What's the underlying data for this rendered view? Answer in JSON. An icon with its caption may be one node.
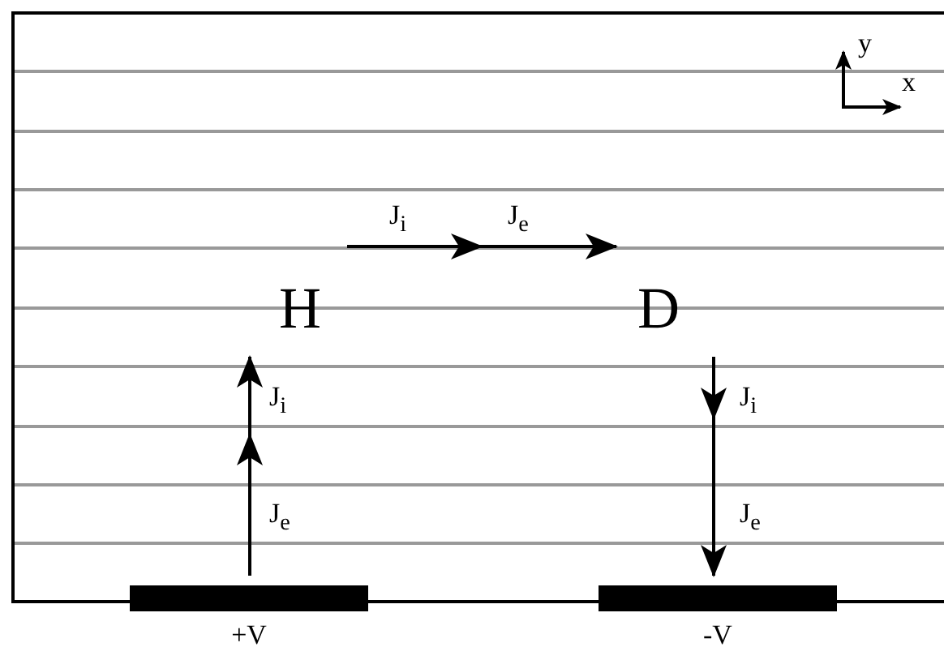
{
  "diagram": {
    "nodes": [
      {
        "text": [],
        "shape": "bar",
        "beside": [
          "+V"
        ]
      },
      {
        "text": [],
        "shape": "bar",
        "beside": [
          "-V"
        ]
      }
    ],
    "labels": [
      "y",
      "x",
      "J$_{i}$",
      "J$_{e}$",
      "H",
      "D",
      "J$_{i}$",
      "J$_{i}$",
      "J$_{e}$",
      "J$_{e}$"
    ]
  }
}
